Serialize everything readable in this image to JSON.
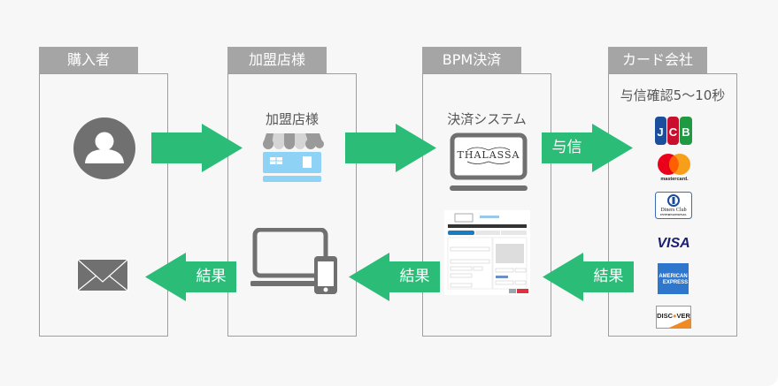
{
  "columns": [
    {
      "id": "buyer",
      "title": "購入者"
    },
    {
      "id": "merchant",
      "title": "加盟店様",
      "caption": "加盟店様"
    },
    {
      "id": "bpm",
      "title": "BPM決済",
      "caption": "決済システム",
      "system_logo": "THALASSA"
    },
    {
      "id": "card",
      "title": "カード会社",
      "caption": "与信確認5～10秒"
    }
  ],
  "arrows": {
    "buyer_to_merchant": {
      "direction": "right",
      "label": ""
    },
    "merchant_to_bpm": {
      "direction": "right",
      "label": ""
    },
    "bpm_to_card": {
      "direction": "right",
      "label": "与信"
    },
    "card_to_bpm": {
      "direction": "left",
      "label": "結果"
    },
    "bpm_to_merchant": {
      "direction": "left",
      "label": "結果"
    },
    "merchant_to_buyer": {
      "direction": "left",
      "label": "結果"
    }
  },
  "card_brands": [
    "JCB",
    "mastercard",
    "Diners Club INTERNATIONAL",
    "VISA",
    "AMERICAN EXPRESS",
    "DISCOVER"
  ],
  "icons": {
    "buyer_top": "user-avatar-icon",
    "buyer_bottom": "mail-icon",
    "merchant_top": "storefront-icon",
    "merchant_bottom": "laptop-phone-icon",
    "bpm_top": "laptop-icon",
    "bpm_bottom": "payment-form-screenshot"
  },
  "colors": {
    "arrow": "#2bbd78",
    "tab": "#a5a5a5",
    "icon": "#707070"
  }
}
